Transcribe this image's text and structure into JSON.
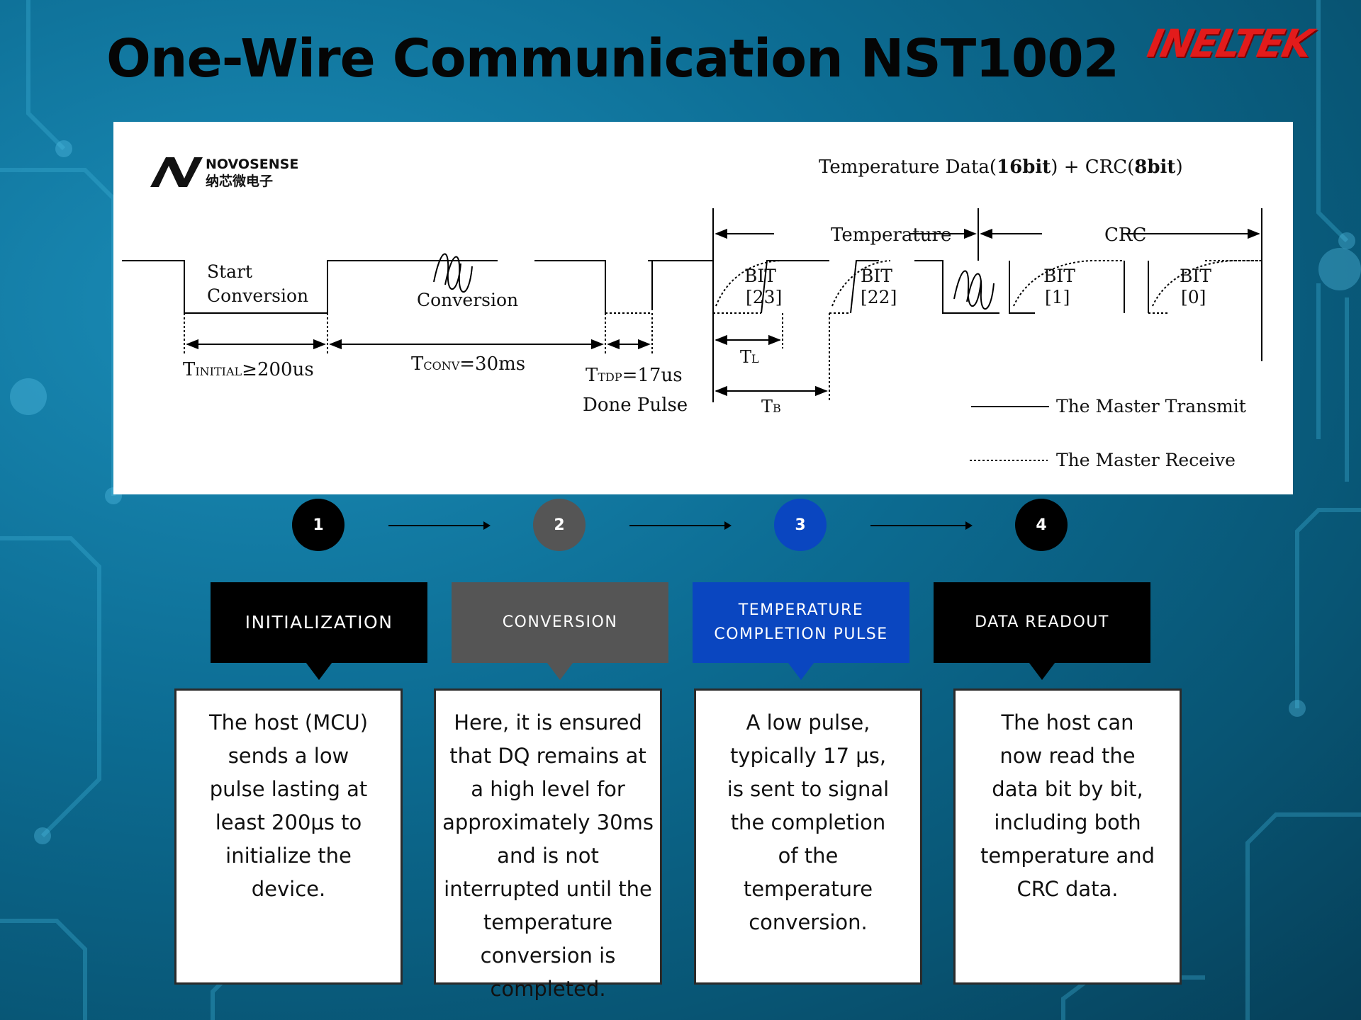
{
  "title": "One-Wire Communication NST1002",
  "logo_text": "INELTEK",
  "colors": {
    "accent_blue": "#0a46c0",
    "dark_gray": "#555555",
    "black": "#000000",
    "logo_red": "#e21b1b"
  },
  "diagram": {
    "brand_name": "NOVOSENSE",
    "brand_cn": "纳芯微电子",
    "header_prefix": "Temperature Data(",
    "header_bits1": "16bit",
    "header_mid": ") + CRC(",
    "header_bits2": "8bit",
    "header_suffix": ")",
    "start_line1": "Start",
    "start_line2": "Conversion",
    "conversion": "Conversion",
    "t_initial_sub": "INITIAL",
    "t_initial_rest": "≥200us",
    "t_conv_sub": "CONV",
    "t_conv_rest": "=30ms",
    "t_tdp_sub": "TDP",
    "t_tdp_rest": "=17us",
    "done_pulse": "Done Pulse",
    "temperature_span": "Temperature",
    "crc_span": "CRC",
    "bit_label": "BIT",
    "bit_23": "[23]",
    "bit_22": "[22]",
    "bit_1": "[1]",
    "bit_0": "[0]",
    "tl_sub": "L",
    "tb_sub": "B",
    "t_letter": "T",
    "legend_transmit": "The Master Transmit",
    "legend_receive": "The Master Receive"
  },
  "steps": [
    {
      "number": "1",
      "label": "INITIALIZATION",
      "color": "#000000",
      "description": "The host (MCU) sends a low pulse lasting at least 200μs to initialize the device."
    },
    {
      "number": "2",
      "label": "CONVERSION",
      "color": "#555555",
      "description": "Here, it is ensured that DQ remains at a high level for approximately 30ms and is not interrupted until the temperature conversion is completed."
    },
    {
      "number": "3",
      "label": "TEMPERATURE COMPLETION PULSE",
      "color": "#0a46c0",
      "description": "A low pulse, typically 17 μs, is sent to signal the completion of the temperature conversion."
    },
    {
      "number": "4",
      "label": "DATA READOUT",
      "color": "#000000",
      "description": "The host can now read the data bit by bit, including both temperature and CRC data."
    }
  ]
}
